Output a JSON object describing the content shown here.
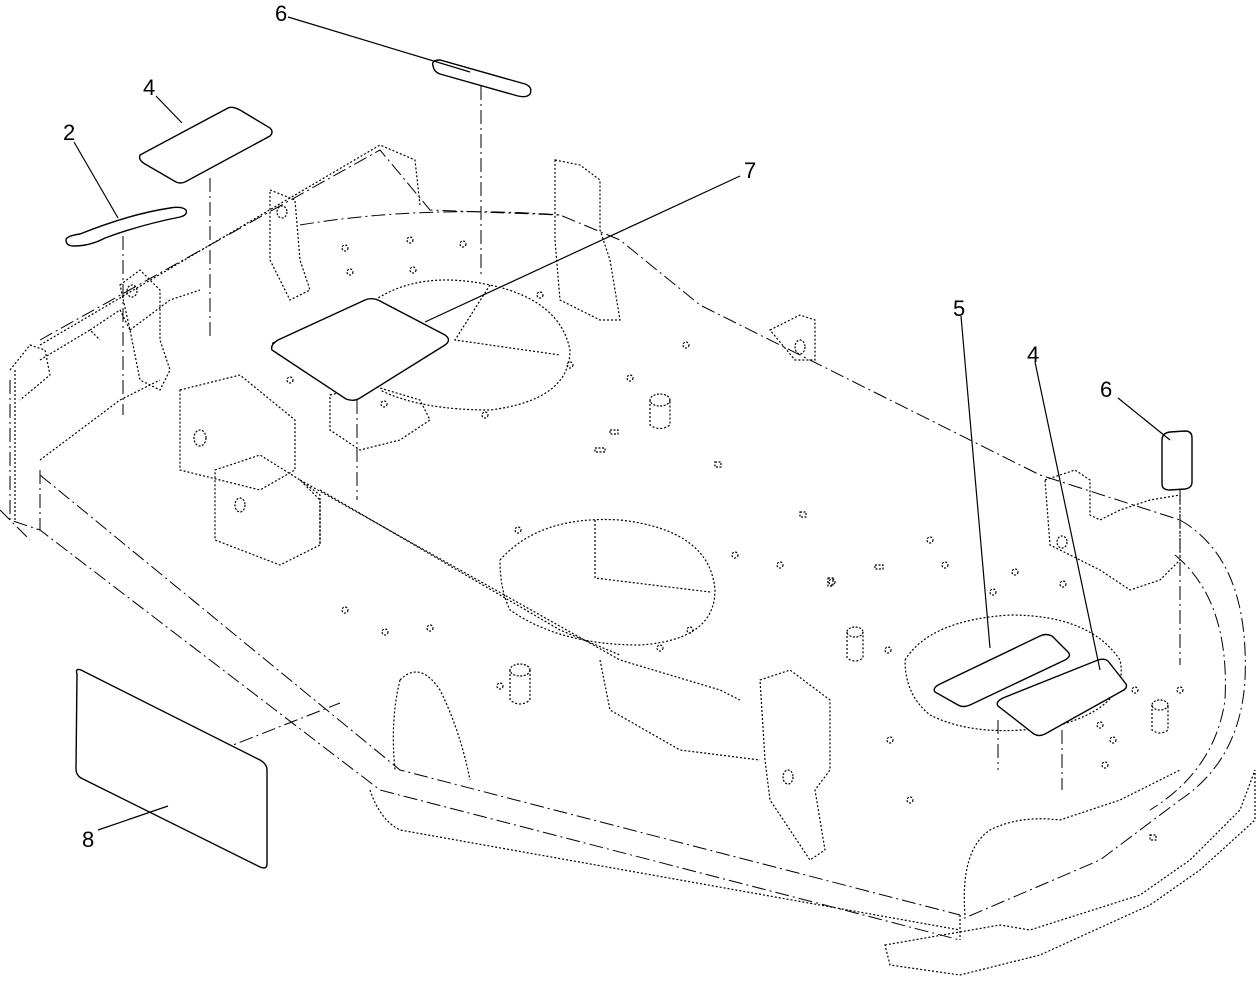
{
  "diagram": {
    "callouts": [
      {
        "id": "decal-4-left",
        "label": "4"
      },
      {
        "id": "decal-2-left",
        "label": "2"
      },
      {
        "id": "decal-6-top",
        "label": "6"
      },
      {
        "id": "decal-7-center",
        "label": "7"
      },
      {
        "id": "decal-5-right",
        "label": "5"
      },
      {
        "id": "decal-4-right",
        "label": "4"
      },
      {
        "id": "decal-6-right",
        "label": "6"
      },
      {
        "id": "decal-8-front",
        "label": "8"
      }
    ]
  }
}
